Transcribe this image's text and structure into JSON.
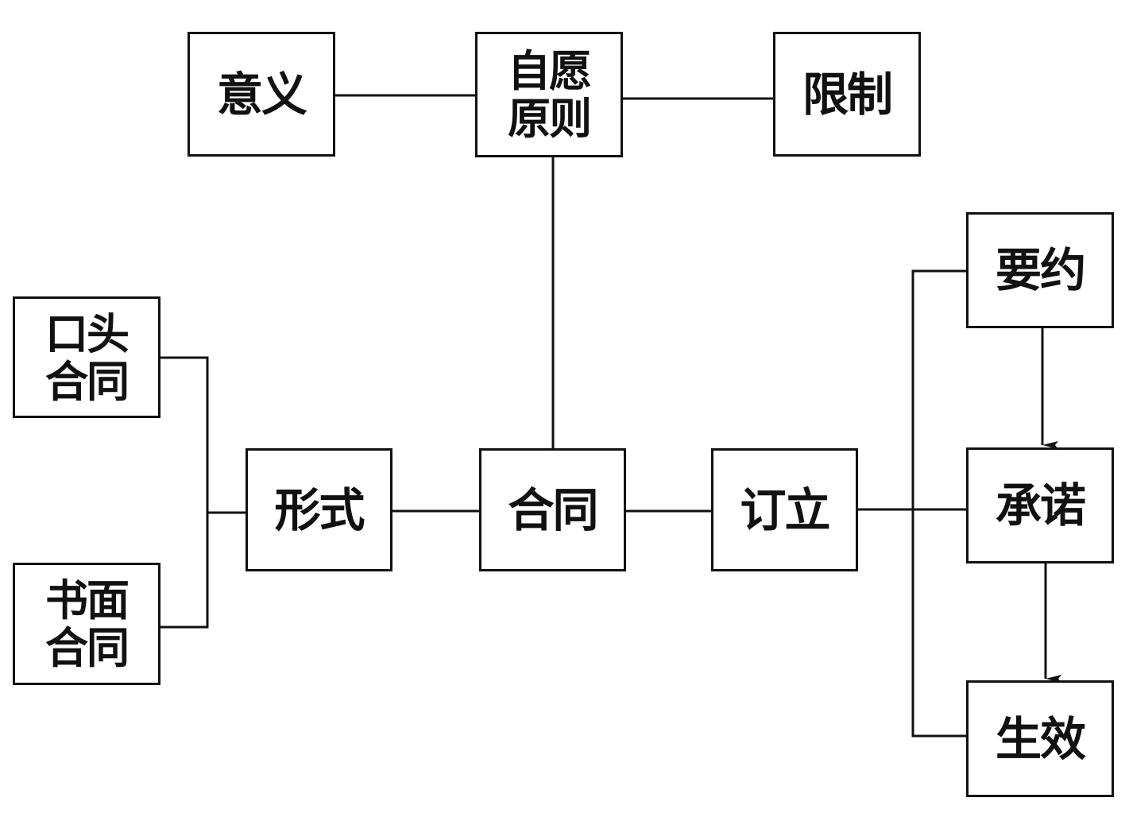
{
  "diagram": {
    "title": "合同",
    "line_color": "#111111",
    "nodes": {
      "yiyi": "意义",
      "ziyuan": "自愿\n原则",
      "xianzhi": "限制",
      "koutou": "口头\n合同",
      "shumian": "书面\n合同",
      "xingshi": "形式",
      "hetong": "合同",
      "dingli": "订立",
      "yaoyue": "要约",
      "chengnuo": "承诺",
      "shengxiao": "生效"
    },
    "edges": [
      {
        "from": "yiyi",
        "to": "ziyuan",
        "arrow": false
      },
      {
        "from": "ziyuan",
        "to": "xianzhi",
        "arrow": false
      },
      {
        "from": "ziyuan",
        "to": "hetong",
        "arrow": false
      },
      {
        "from": "koutou",
        "to": "xingshi",
        "arrow": false
      },
      {
        "from": "shumian",
        "to": "xingshi",
        "arrow": false
      },
      {
        "from": "xingshi",
        "to": "hetong",
        "arrow": false
      },
      {
        "from": "hetong",
        "to": "dingli",
        "arrow": false
      },
      {
        "from": "dingli",
        "to": "yaoyue",
        "arrow": false
      },
      {
        "from": "dingli",
        "to": "chengnuo",
        "arrow": false
      },
      {
        "from": "dingli",
        "to": "shengxiao",
        "arrow": false
      },
      {
        "from": "yaoyue",
        "to": "chengnuo",
        "arrow": true
      },
      {
        "from": "chengnuo",
        "to": "shengxiao",
        "arrow": true
      }
    ]
  }
}
